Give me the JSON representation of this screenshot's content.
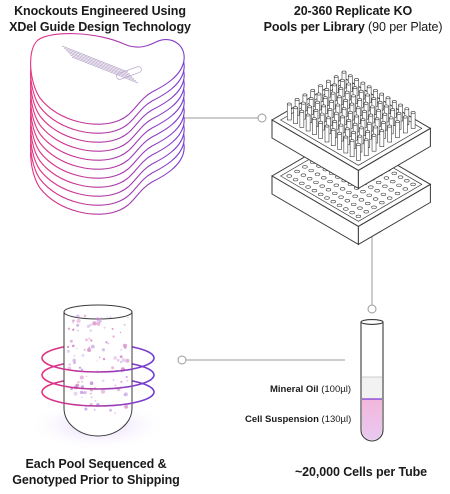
{
  "steps": {
    "knockouts": {
      "line1": "Knockouts Engineered Using",
      "line2": "XDel Guide Design Technology"
    },
    "pools": {
      "line1": "20-360 Replicate KO",
      "line2_bold": "Pools per Library",
      "line2_light": " (90 per Plate)"
    },
    "cells": {
      "label": "~20,000 Cells per Tube"
    },
    "sequenced": {
      "line1": "Each Pool Sequenced &",
      "line2": "Genotyped Prior to Shipping"
    }
  },
  "tube": {
    "mineral_oil_label": "Mineral Oil",
    "mineral_oil_volume": " (100µl)",
    "cell_suspension_label": "Cell Suspension",
    "cell_suspension_volume": " (130µl)"
  },
  "colors": {
    "gradient_start": "#e6337f",
    "gradient_end": "#7a3fd1",
    "line_gray": "#9a9a9a",
    "outline": "#3a3a3a"
  }
}
